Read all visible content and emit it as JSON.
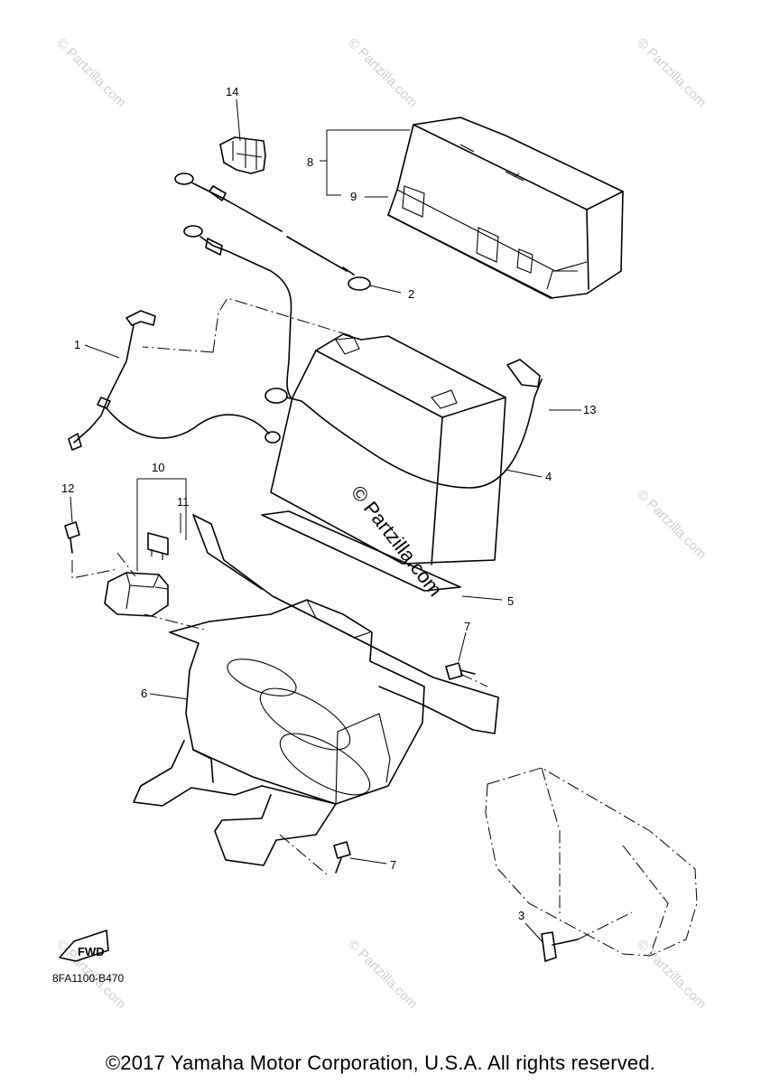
{
  "callouts": {
    "c1": "1",
    "c2": "2",
    "c3": "3",
    "c4": "4",
    "c5": "5",
    "c6": "6",
    "c7a": "7",
    "c7b": "7",
    "c8": "8",
    "c9": "9",
    "c10": "10",
    "c11": "11",
    "c12": "12",
    "c13": "13",
    "c14": "14"
  },
  "fwd_label": "FWD",
  "diagram_code": "8FA1100-B470",
  "copyright": "©2017 Yamaha Motor Corporation, U.S.A. All rights reserved.",
  "watermark": {
    "center": "© Partzilla.com",
    "small": "© Partzilla.com"
  }
}
